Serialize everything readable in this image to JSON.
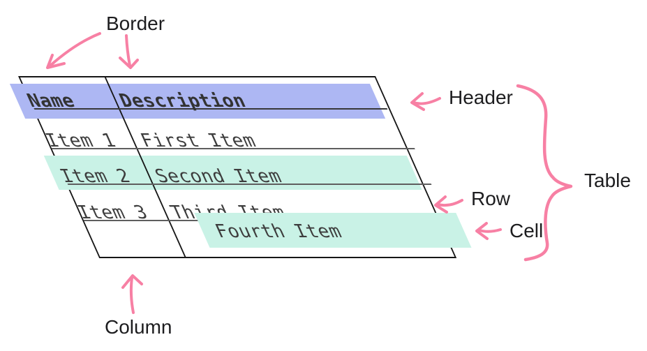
{
  "labels": {
    "border": "Border",
    "header": "Header",
    "table": "Table",
    "row": "Row",
    "cell": "Cell",
    "column": "Column"
  },
  "table": {
    "header": [
      "Name",
      "Description"
    ],
    "rows": [
      [
        "Item 1",
        "First Item"
      ],
      [
        "Item 2",
        "Second Item"
      ],
      [
        "Item 3",
        "Third Item"
      ],
      [
        "",
        "Fourth Item"
      ]
    ]
  },
  "colors": {
    "pink": "#f780a4",
    "purple": "#adb7f3",
    "teal": "#c9f2e6",
    "line": "#161616",
    "divider": "#5e5e5e",
    "header_line": "#383838",
    "table_text": "#3d3d3d",
    "label_text": "#1d1d1f"
  }
}
